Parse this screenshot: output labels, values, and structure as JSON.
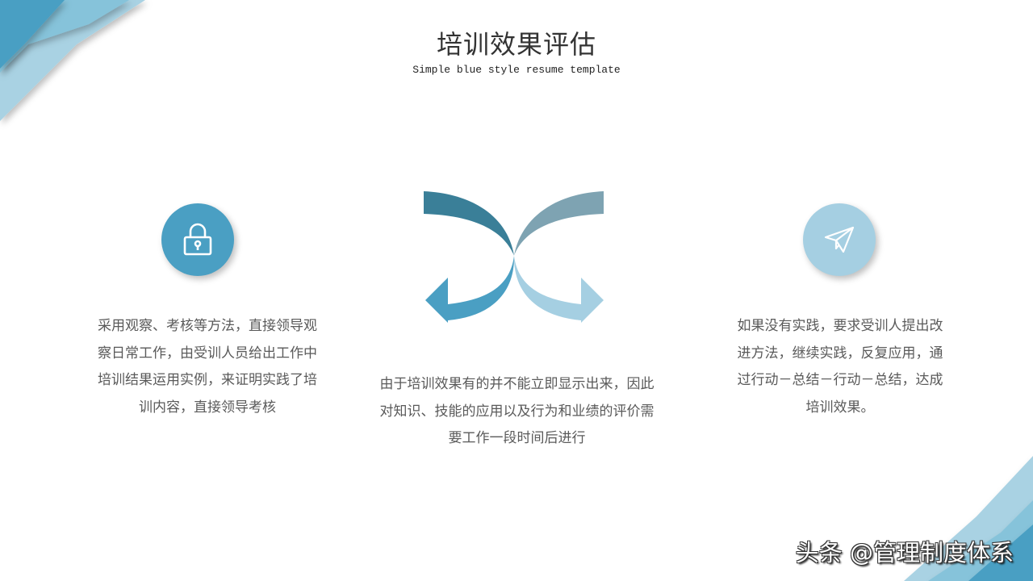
{
  "slide": {
    "title": "培训效果评估",
    "subtitle": "Simple blue style resume template"
  },
  "left_item": {
    "icon": "lock-icon",
    "text": "采用观察、考核等方法，直接领导观察日常工作，由受训人员给出工作中培训结果运用实例，来证明实践了培训内容，直接领导考核"
  },
  "center_item": {
    "graphic": "crossing-arrows",
    "text": "由于培训效果有的并不能立即显示出来，因此对知识、技能的应用以及行为和业绩的评价需要工作一段时间后进行"
  },
  "right_item": {
    "icon": "paper-plane-icon",
    "text": "如果没有实践，要求受训人提出改进方法，继续实践，反复应用，通过行动－总结－行动－总结，达成培训效果。"
  },
  "watermark": "头条 @管理制度体系",
  "colors": {
    "dark_teal": "#3a7f98",
    "gray_blue": "#7ea3b2",
    "mid_blue": "#4a9fc3",
    "light_blue": "#a5cfe2"
  }
}
